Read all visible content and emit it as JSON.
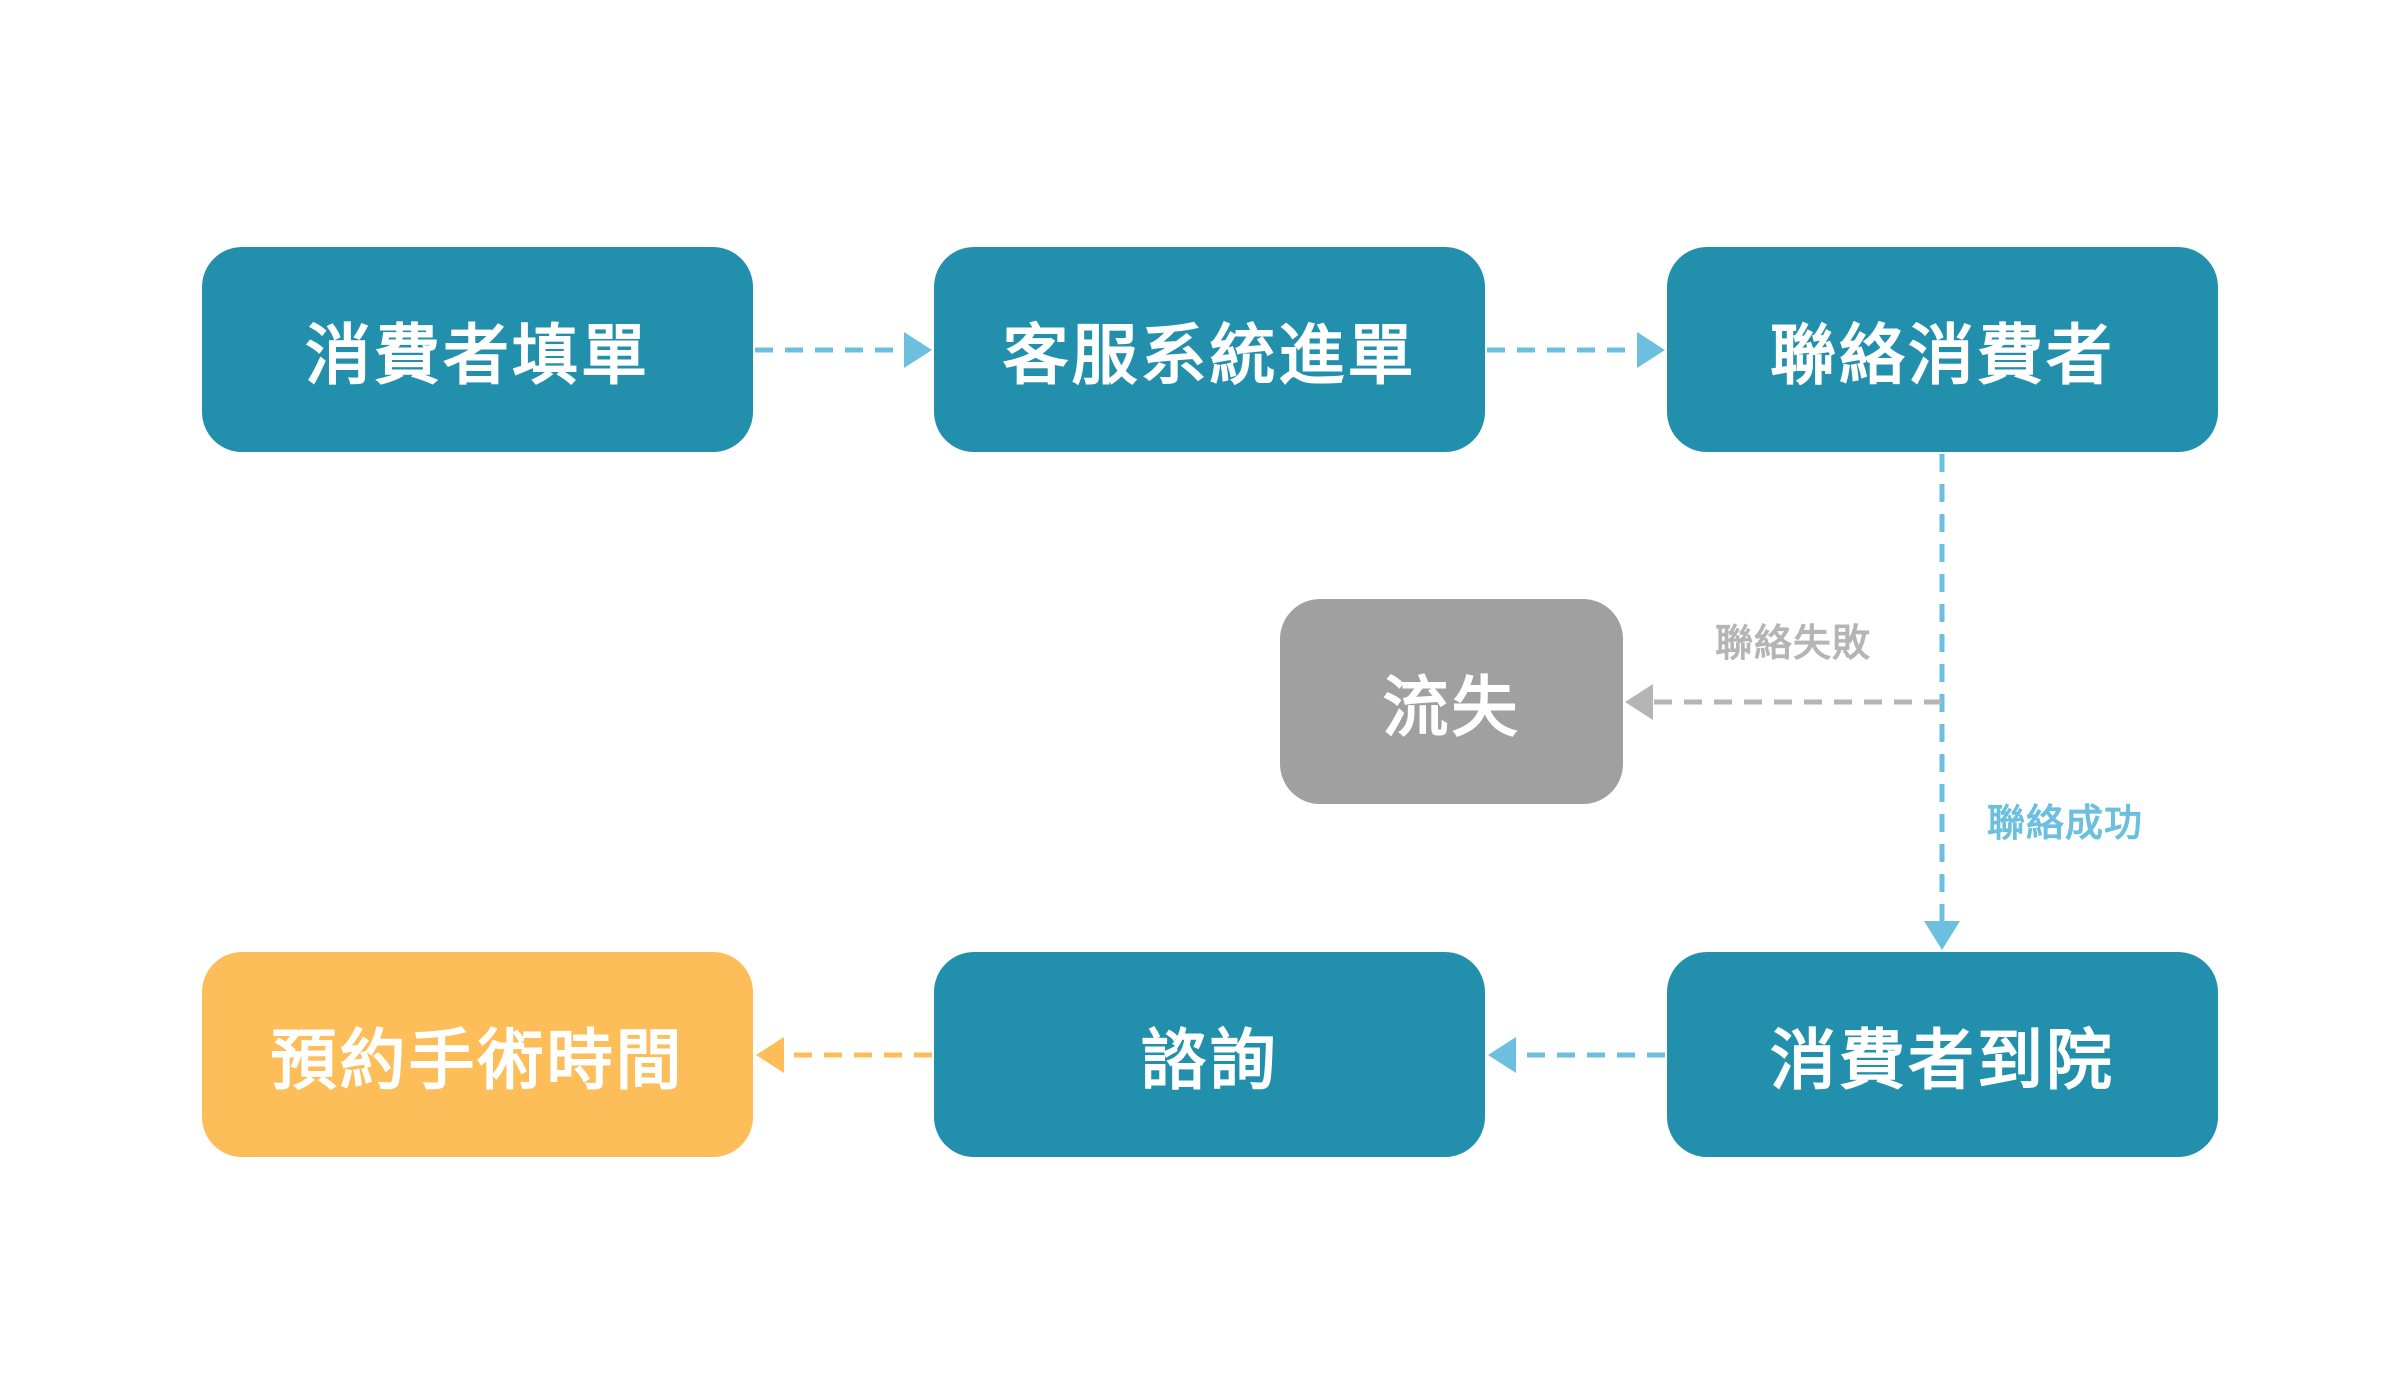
{
  "nodes": {
    "fill_form": {
      "label": "消費者填單",
      "color": "#2290ad"
    },
    "system_entry": {
      "label": "客服系統進單",
      "color": "#2290ad"
    },
    "contact": {
      "label": "聯絡消費者",
      "color": "#2290ad"
    },
    "lost": {
      "label": "流失",
      "color": "#a0a0a0"
    },
    "arrive": {
      "label": "消費者到院",
      "color": "#2290ad"
    },
    "consult": {
      "label": "諮詢",
      "color": "#2290ad"
    },
    "book_surgery": {
      "label": "預約手術時間",
      "color": "#fdbd58"
    }
  },
  "edges": [
    {
      "from": "fill_form",
      "to": "system_entry",
      "color": "#6cbfde",
      "style": "dashed"
    },
    {
      "from": "system_entry",
      "to": "contact",
      "color": "#6cbfde",
      "style": "dashed"
    },
    {
      "from": "contact",
      "to": "arrive",
      "color": "#6cbfde",
      "style": "dashed",
      "label": "聯絡成功"
    },
    {
      "from": "contact",
      "to": "lost",
      "color": "#b5b5b5",
      "style": "dashed",
      "label": "聯絡失敗"
    },
    {
      "from": "arrive",
      "to": "consult",
      "color": "#6cbfde",
      "style": "dashed"
    },
    {
      "from": "consult",
      "to": "book_surgery",
      "color": "#fdbd58",
      "style": "dashed"
    }
  ],
  "edge_labels": {
    "fail": "聯絡失敗",
    "success": "聯絡成功"
  }
}
